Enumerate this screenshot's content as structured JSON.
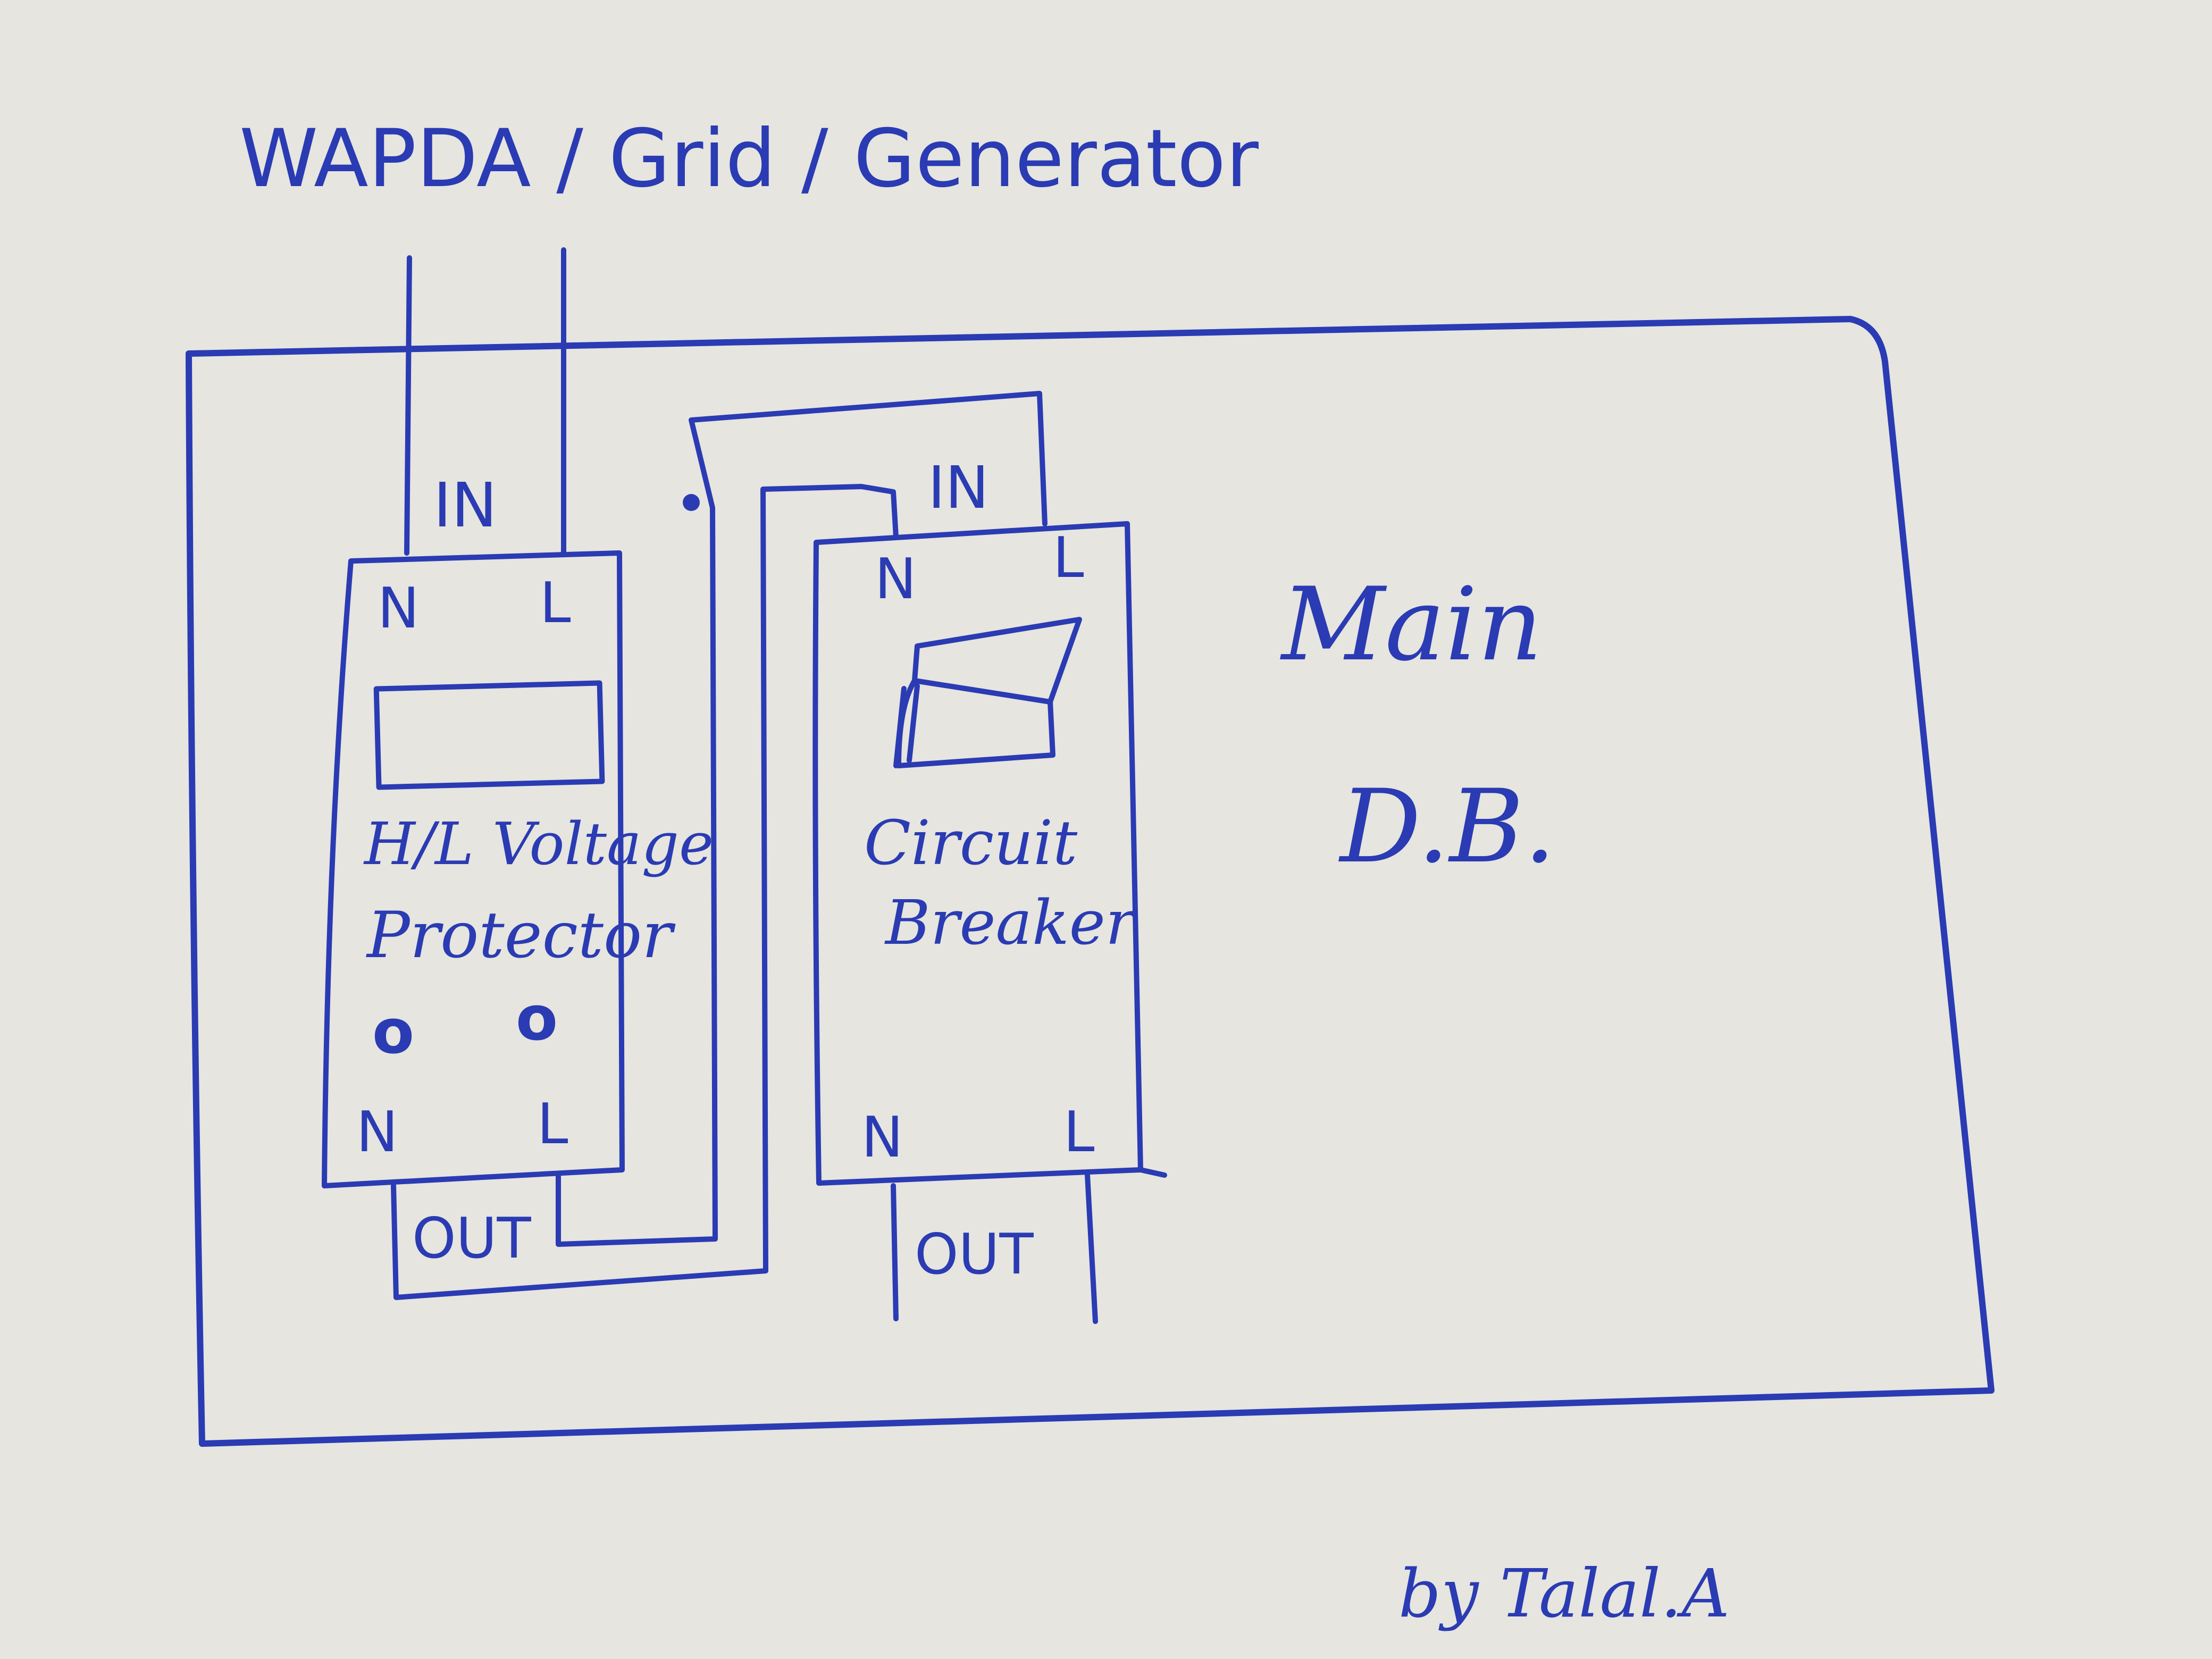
{
  "diagram": {
    "source_label": "WAPDA / Grid / Generator",
    "board_label_line1": "Main",
    "board_label_line2": "D.B.",
    "author": "by Talal.A",
    "ink_color": "#2a3bb3",
    "paper_color": "#e6e5df",
    "protector": {
      "in_label": "IN",
      "out_label": "OUT",
      "terminal_n_top": "N",
      "terminal_l_top": "L",
      "terminal_n_bottom": "N",
      "terminal_l_bottom": "L",
      "name_line1": "H/L Voltage",
      "name_line2": "Protector",
      "indicator_left": "o",
      "indicator_right": "o"
    },
    "breaker": {
      "in_label": "IN",
      "out_label": "OUT",
      "terminal_n_top": "N",
      "terminal_l_top": "L",
      "terminal_n_bottom": "N",
      "terminal_l_bottom": "L",
      "name_line1": "Circuit",
      "name_line2": "Breaker"
    }
  }
}
